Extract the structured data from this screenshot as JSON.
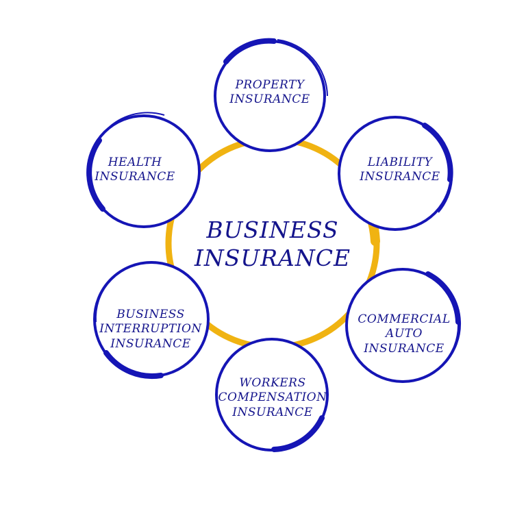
{
  "colors": {
    "node_stroke": "#1515b5",
    "center_stroke": "#f0b312",
    "text": "#14148c",
    "background": "#ffffff"
  },
  "center": {
    "lines": [
      "BUSINESS",
      "INSURANCE"
    ]
  },
  "nodes": [
    {
      "id": "property",
      "lines": [
        "PROPERTY",
        "INSURANCE"
      ]
    },
    {
      "id": "liability",
      "lines": [
        "LIABILITY",
        "INSURANCE"
      ]
    },
    {
      "id": "commercial-auto",
      "lines": [
        "COMMERCIAL",
        "AUTO",
        "INSURANCE"
      ]
    },
    {
      "id": "workers-compensation",
      "lines": [
        "WORKERS",
        "COMPENSATION",
        "INSURANCE"
      ]
    },
    {
      "id": "business-interruption",
      "lines": [
        "BUSINESS",
        "INTERRUPTION",
        "INSURANCE"
      ]
    },
    {
      "id": "health",
      "lines": [
        "HEALTH",
        "INSURANCE"
      ]
    }
  ]
}
